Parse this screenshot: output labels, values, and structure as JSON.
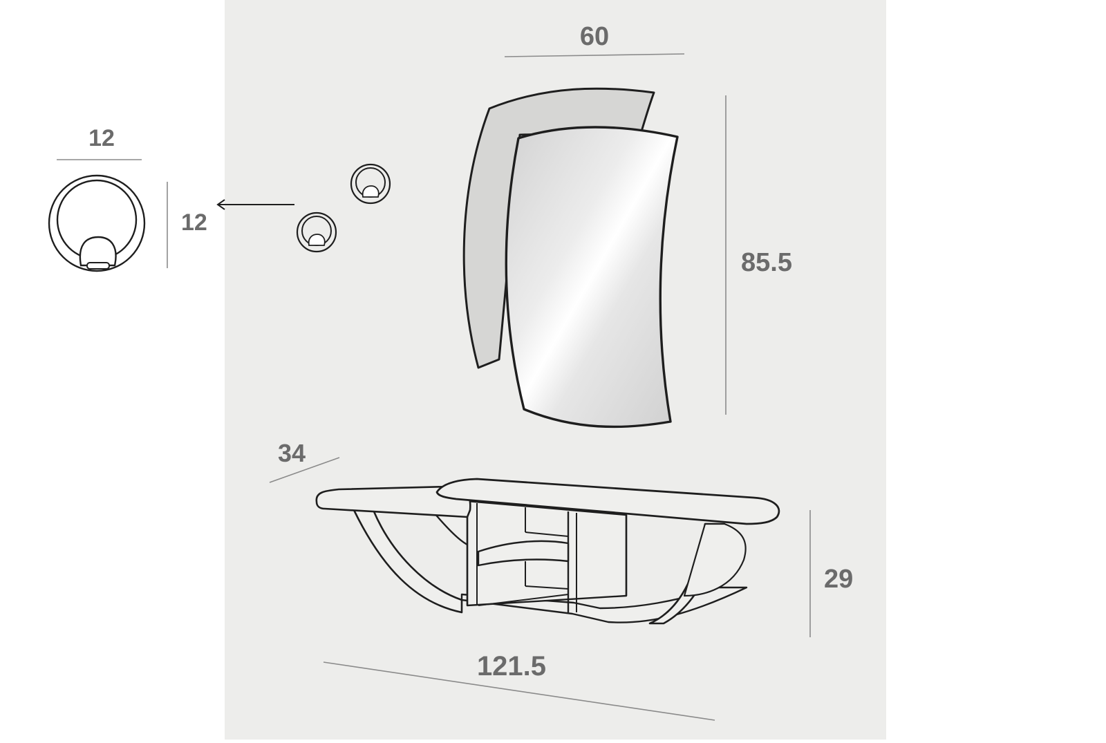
{
  "colors": {
    "page_background": "#ffffff",
    "panel_background": "#ededeb",
    "line": "#1e1e1e",
    "dimension_line": "#8a8a8a",
    "dimension_text": "#6b6b6b",
    "mirror_back_fill": "#d6d6d4",
    "mirror_front_fill": "#e4e4e4",
    "furniture_fill": "#efefed"
  },
  "dimensions": {
    "hook_width": "12",
    "hook_height": "12",
    "mirror_width": "60",
    "mirror_height": "85.5",
    "console_depth": "34",
    "console_height": "29",
    "console_width": "121.5"
  }
}
